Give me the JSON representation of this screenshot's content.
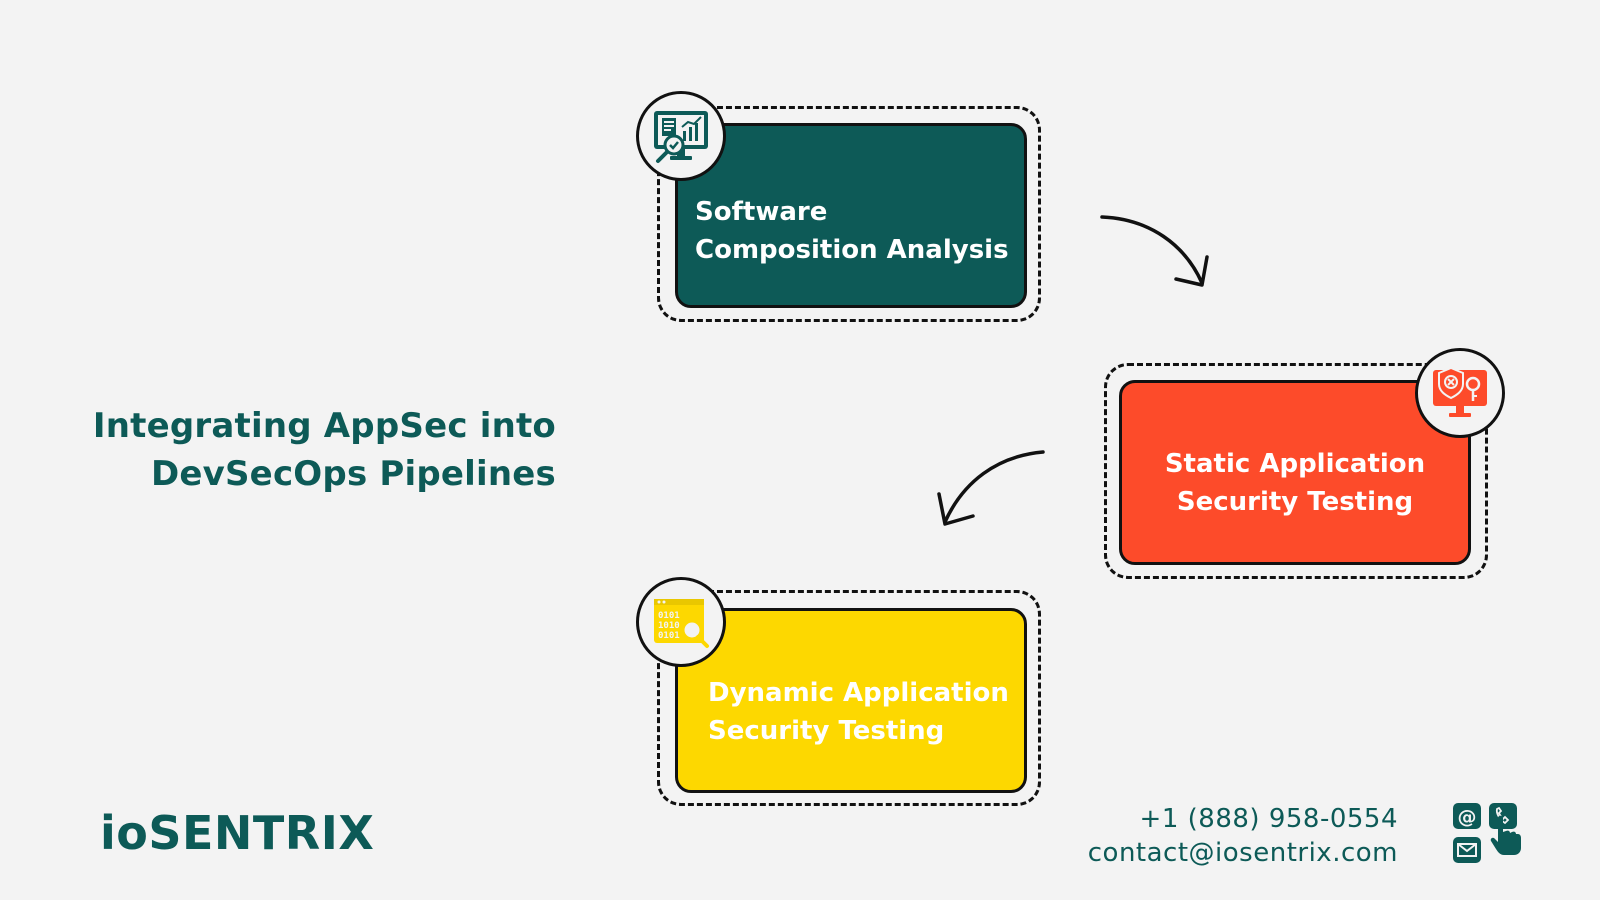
{
  "title": {
    "line1": "Integrating AppSec into",
    "line2": "DevSecOps Pipelines"
  },
  "steps": [
    {
      "line1": "Software",
      "line2": "Composition Analysis",
      "color": "#0d5a57",
      "icon": "monitor-report-magnifier-icon"
    },
    {
      "line1": "Static Application",
      "line2": "Security Testing",
      "color": "#fd4b2a",
      "icon": "monitor-shield-key-icon"
    },
    {
      "line1": "Dynamic Application",
      "line2": "Security Testing",
      "color": "#fdd800",
      "icon": "binary-code-magnifier-icon"
    }
  ],
  "brand": "ioSENTRIX",
  "contact": {
    "phone": "+1 (888) 958-0554",
    "email": "contact@iosentrix.com"
  },
  "colors": {
    "background": "#f3f3f3",
    "teal": "#0d5a57",
    "red": "#fd4b2a",
    "yellow": "#fdd800"
  }
}
